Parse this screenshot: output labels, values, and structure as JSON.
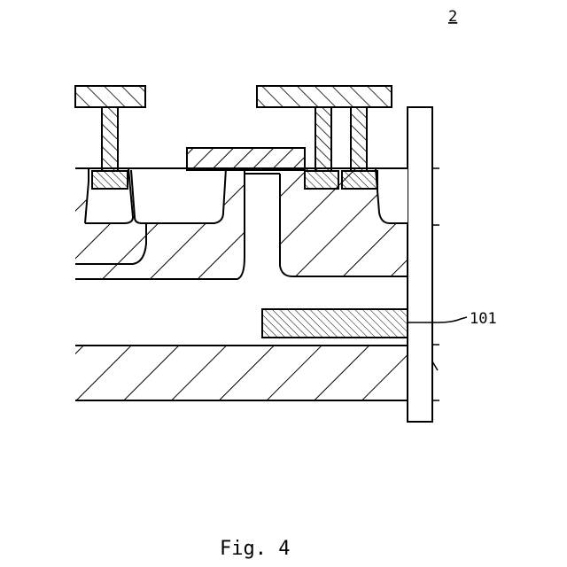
{
  "figure": {
    "number_label": "2",
    "caption": "Fig. 4"
  },
  "labels": {
    "ref_101": "101"
  },
  "colors": {
    "ink": "#000000",
    "paper": "#ffffff"
  }
}
